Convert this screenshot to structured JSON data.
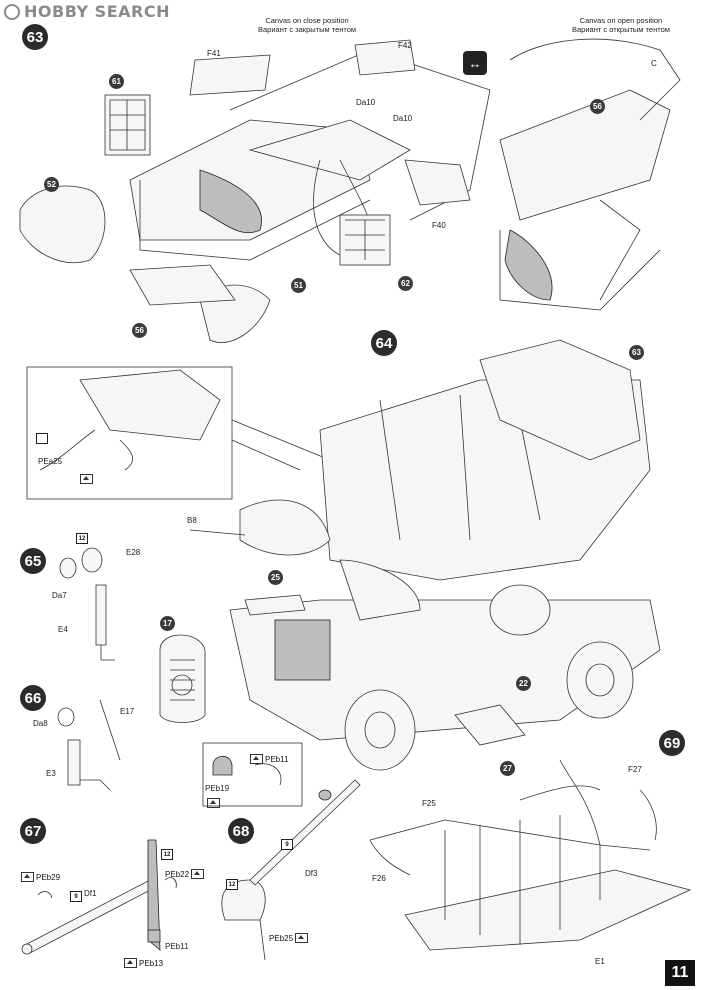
{
  "watermark": "HOBBY SEARCH",
  "page_number": "11",
  "steps": [
    "63",
    "64",
    "65",
    "66",
    "67",
    "68",
    "69"
  ],
  "step63": {
    "note_closed_en": "Canvas on close position",
    "note_closed_ru": "Вариант с закрытым тентом",
    "note_open_en": "Canvas on open position",
    "note_open_ru": "Вариант с открытым тентом",
    "parts": [
      "61",
      "52",
      "56",
      "51",
      "62",
      "56"
    ],
    "labels": [
      "F41",
      "F42",
      "Da10",
      "Da10",
      "F40",
      "C"
    ]
  },
  "step64": {
    "parts": [
      "63",
      "25",
      "17",
      "22",
      "27"
    ],
    "labels": [
      "PEa25",
      "B8"
    ]
  },
  "step65": {
    "square": "12",
    "labels": [
      "E28",
      "Da7",
      "E4"
    ]
  },
  "step66": {
    "labels": [
      "Da8",
      "E17",
      "E3"
    ]
  },
  "step67": {
    "squares": [
      "9",
      "12"
    ],
    "labels": [
      "PEb29",
      "Df1",
      "PEb22",
      "PEb11",
      "PEb13"
    ]
  },
  "step68": {
    "squares": [
      "9",
      "12"
    ],
    "labels": [
      "PEb11",
      "PEb19",
      "Df3",
      "PEb25"
    ]
  },
  "step69": {
    "labels": [
      "F25",
      "F27",
      "F26",
      "E1"
    ]
  },
  "icons": {
    "double_arrow": "↔"
  }
}
